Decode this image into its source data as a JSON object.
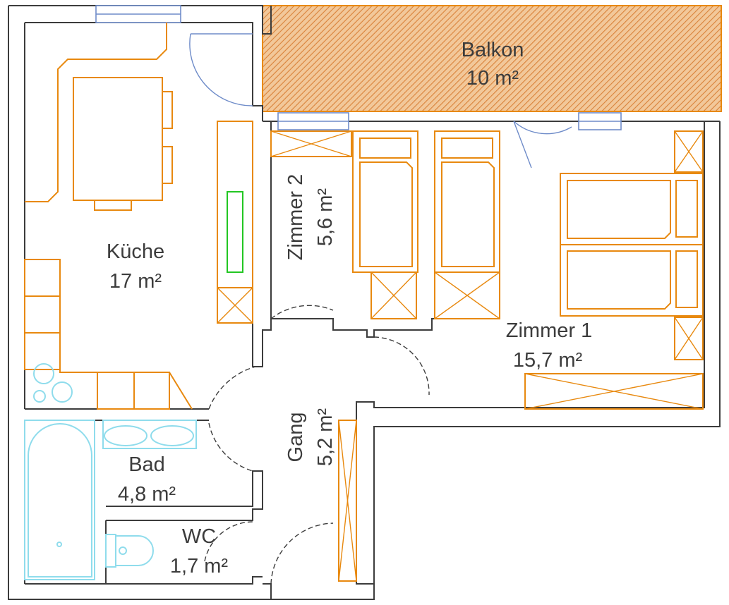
{
  "plan": {
    "rooms": [
      {
        "id": "balkon",
        "name": "Balkon",
        "area": "10 m²"
      },
      {
        "id": "kueche",
        "name": "Küche",
        "area": "17 m²"
      },
      {
        "id": "zimmer2",
        "name": "Zimmer 2",
        "area": "5,6 m²"
      },
      {
        "id": "zimmer1",
        "name": "Zimmer 1",
        "area": "15,7 m²"
      },
      {
        "id": "gang",
        "name": "Gang",
        "area": "5,2 m²"
      },
      {
        "id": "bad",
        "name": "Bad",
        "area": "4,8 m²"
      },
      {
        "id": "wc",
        "name": "WC",
        "area": "1,7 m²"
      }
    ],
    "colors": {
      "walls": "#3c3c3c",
      "furniture": "#e8890f",
      "sanitary": "#8fdcec",
      "windows_doors": "#6f8cc9",
      "balcony_hatch": "#e8890f",
      "radiator": "#22c622"
    }
  }
}
